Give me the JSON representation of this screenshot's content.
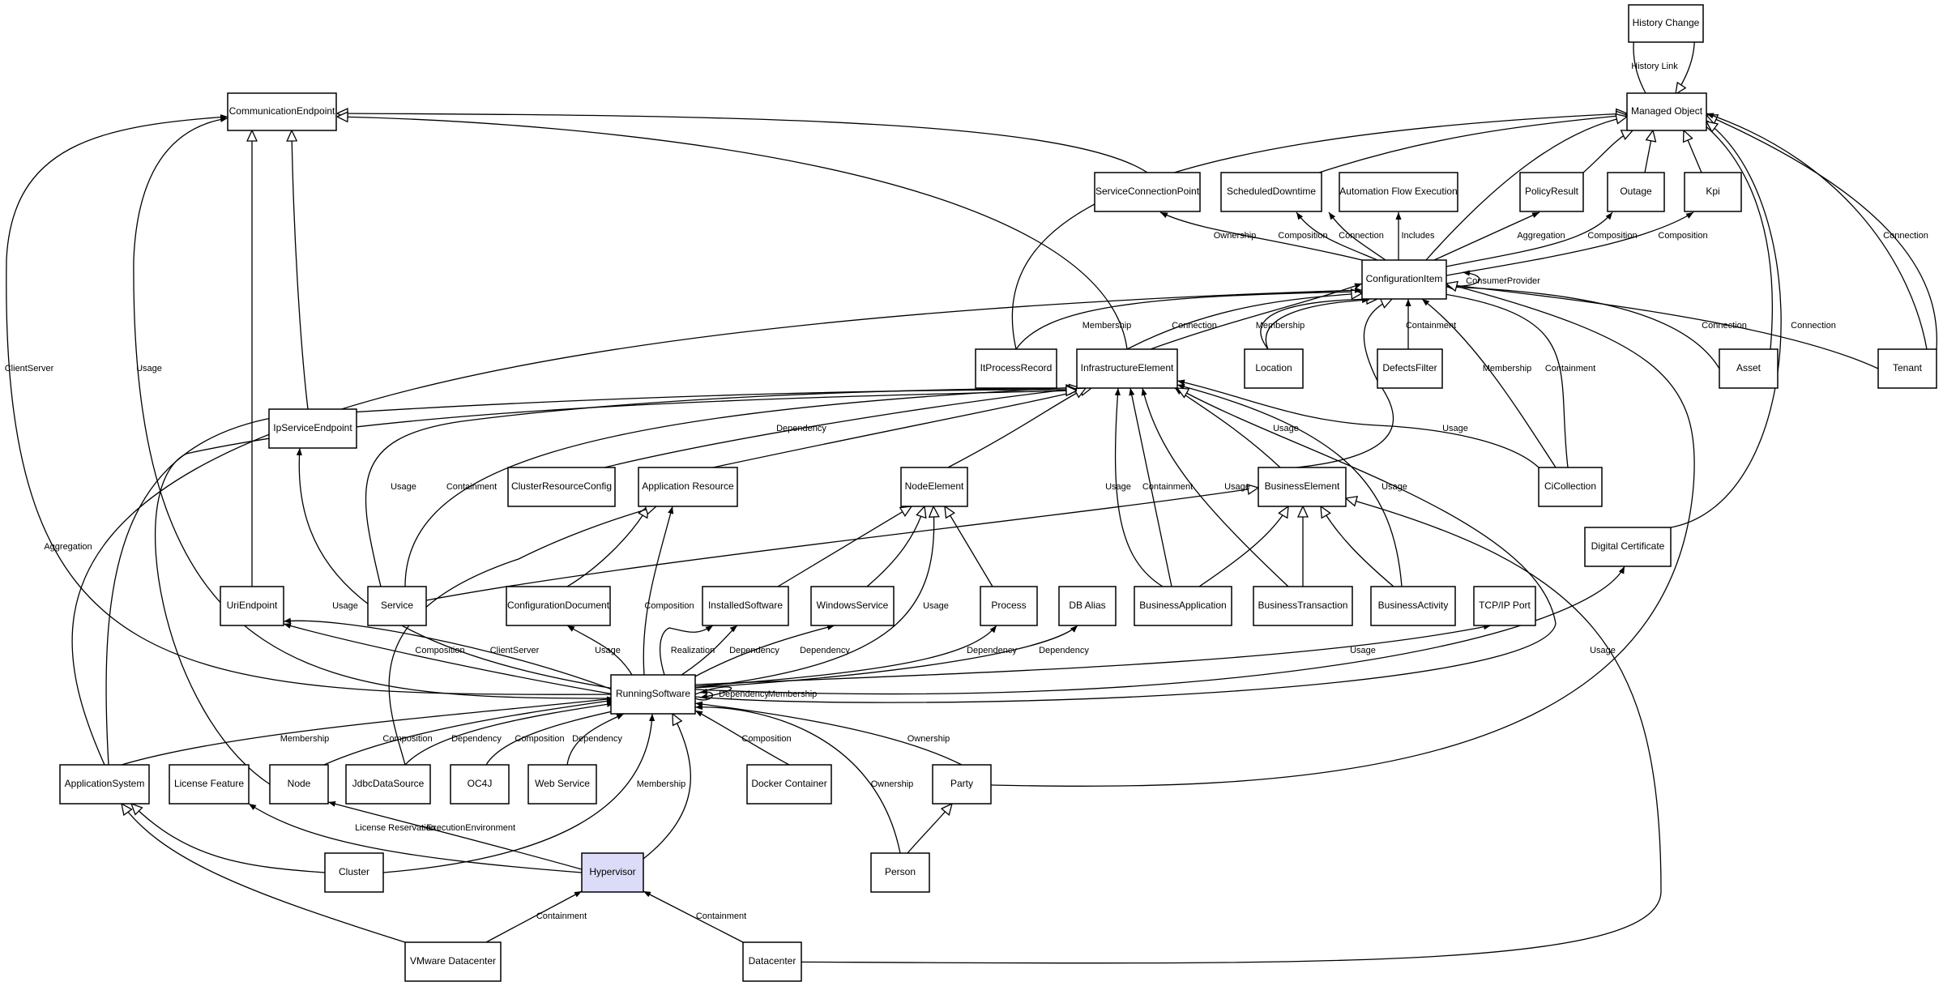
{
  "diagram": {
    "type": "class-relationship-diagram",
    "nodes": [
      {
        "id": "history_change",
        "label": "History Change"
      },
      {
        "id": "managed_object",
        "label": "Managed Object"
      },
      {
        "id": "communication_endpoint",
        "label": "CommunicationEndpoint"
      },
      {
        "id": "service_connection_point",
        "label": "ServiceConnectionPoint"
      },
      {
        "id": "scheduled_downtime",
        "label": "ScheduledDowntime"
      },
      {
        "id": "automation_flow_execution",
        "label": "Automation Flow Execution"
      },
      {
        "id": "policy_result",
        "label": "PolicyResult"
      },
      {
        "id": "outage",
        "label": "Outage"
      },
      {
        "id": "kpi",
        "label": "Kpi"
      },
      {
        "id": "configuration_item",
        "label": "ConfigurationItem"
      },
      {
        "id": "it_process_record",
        "label": "ItProcessRecord"
      },
      {
        "id": "infrastructure_element",
        "label": "InfrastructureElement"
      },
      {
        "id": "location",
        "label": "Location"
      },
      {
        "id": "defects_filter",
        "label": "DefectsFilter"
      },
      {
        "id": "asset",
        "label": "Asset"
      },
      {
        "id": "tenant",
        "label": "Tenant"
      },
      {
        "id": "ip_service_endpoint",
        "label": "IpServiceEndpoint"
      },
      {
        "id": "cluster_resource_config",
        "label": "ClusterResourceConfig"
      },
      {
        "id": "application_resource",
        "label": "Application Resource"
      },
      {
        "id": "node_element",
        "label": "NodeElement"
      },
      {
        "id": "business_element",
        "label": "BusinessElement"
      },
      {
        "id": "ci_collection",
        "label": "CiCollection"
      },
      {
        "id": "digital_certificate",
        "label": "Digital Certificate"
      },
      {
        "id": "uri_endpoint",
        "label": "UriEndpoint"
      },
      {
        "id": "service",
        "label": "Service"
      },
      {
        "id": "configuration_document",
        "label": "ConfigurationDocument"
      },
      {
        "id": "installed_software",
        "label": "InstalledSoftware"
      },
      {
        "id": "windows_service",
        "label": "WindowsService"
      },
      {
        "id": "process",
        "label": "Process"
      },
      {
        "id": "db_alias",
        "label": "DB Alias"
      },
      {
        "id": "business_application",
        "label": "BusinessApplication"
      },
      {
        "id": "business_transaction",
        "label": "BusinessTransaction"
      },
      {
        "id": "business_activity",
        "label": "BusinessActivity"
      },
      {
        "id": "tcp_ip_port",
        "label": "TCP/IP Port"
      },
      {
        "id": "running_software",
        "label": "RunningSoftware"
      },
      {
        "id": "application_system",
        "label": "ApplicationSystem"
      },
      {
        "id": "license_feature",
        "label": "License Feature"
      },
      {
        "id": "node",
        "label": "Node"
      },
      {
        "id": "jdbc_data_source",
        "label": "JdbcDataSource"
      },
      {
        "id": "oc4j",
        "label": "OC4J"
      },
      {
        "id": "web_service",
        "label": "Web Service"
      },
      {
        "id": "docker_container",
        "label": "Docker Container"
      },
      {
        "id": "party",
        "label": "Party"
      },
      {
        "id": "cluster",
        "label": "Cluster"
      },
      {
        "id": "hypervisor",
        "label": "Hypervisor",
        "highlighted": true
      },
      {
        "id": "person",
        "label": "Person"
      },
      {
        "id": "vmware_datacenter",
        "label": "VMware Datacenter"
      },
      {
        "id": "datacenter",
        "label": "Datacenter"
      }
    ],
    "edges": [
      {
        "from": "managed_object",
        "to": "history_change",
        "head": "arrow",
        "label": "History Link"
      },
      {
        "from": "history_change",
        "to": "managed_object",
        "head": "triangle",
        "label": ""
      },
      {
        "from": "service_connection_point",
        "to": "communication_endpoint",
        "head": "triangle",
        "label": ""
      },
      {
        "from": "infrastructure_element",
        "to": "communication_endpoint",
        "head": "triangle",
        "label": ""
      },
      {
        "from": "uri_endpoint",
        "to": "communication_endpoint",
        "head": "triangle",
        "label": ""
      },
      {
        "from": "ip_service_endpoint",
        "to": "communication_endpoint",
        "head": "triangle",
        "label": ""
      },
      {
        "from": "running_software",
        "to": "communication_endpoint",
        "head": "arrow",
        "label": "ClientServer"
      },
      {
        "from": "running_software",
        "to": "communication_endpoint",
        "head": "arrow",
        "label": "Usage"
      },
      {
        "from": "it_process_record",
        "to": "managed_object",
        "head": "triangle",
        "label": ""
      },
      {
        "from": "scheduled_downtime",
        "to": "managed_object",
        "head": "triangle",
        "label": ""
      },
      {
        "from": "configuration_item",
        "to": "managed_object",
        "head": "triangle",
        "label": ""
      },
      {
        "from": "policy_result",
        "to": "managed_object",
        "head": "triangle",
        "label": ""
      },
      {
        "from": "outage",
        "to": "managed_object",
        "head": "triangle",
        "label": ""
      },
      {
        "from": "kpi",
        "to": "managed_object",
        "head": "triangle",
        "label": ""
      },
      {
        "from": "asset",
        "to": "managed_object",
        "head": "triangle",
        "label": ""
      },
      {
        "from": "tenant",
        "to": "managed_object",
        "head": "triangle",
        "label": ""
      },
      {
        "from": "tenant",
        "to": "managed_object",
        "head": "arrow",
        "label": "Connection"
      },
      {
        "from": "digital_certificate",
        "to": "managed_object",
        "head": "triangle",
        "label": ""
      },
      {
        "from": "configuration_item",
        "to": "service_connection_point",
        "head": "arrow",
        "label": "Ownership"
      },
      {
        "from": "configuration_item",
        "to": "scheduled_downtime",
        "head": "arrow",
        "label": "Composition"
      },
      {
        "from": "configuration_item",
        "to": "scheduled_downtime",
        "head": "arrow",
        "label": "Connection"
      },
      {
        "from": "configuration_item",
        "to": "automation_flow_execution",
        "head": "arrow",
        "label": "Includes"
      },
      {
        "from": "configuration_item",
        "to": "policy_result",
        "head": "arrow",
        "label": "Aggregation"
      },
      {
        "from": "configuration_item",
        "to": "outage",
        "head": "arrow",
        "label": "Composition"
      },
      {
        "from": "configuration_item",
        "to": "kpi",
        "head": "arrow",
        "label": "Composition"
      },
      {
        "from": "configuration_item",
        "to": "configuration_item",
        "head": "arrow",
        "label": "ConsumerProvider"
      },
      {
        "from": "it_process_record",
        "to": "configuration_item",
        "head": "arrow",
        "label": "Membership"
      },
      {
        "from": "infrastructure_element",
        "to": "configuration_item",
        "head": "triangle",
        "label": ""
      },
      {
        "from": "infrastructure_element",
        "to": "configuration_item",
        "head": "arrow",
        "label": "Connection"
      },
      {
        "from": "location",
        "to": "configuration_item",
        "head": "triangle",
        "label": ""
      },
      {
        "from": "location",
        "to": "configuration_item",
        "head": "arrow",
        "label": "Membership"
      },
      {
        "from": "defects_filter",
        "to": "configuration_item",
        "head": "arrow",
        "label": "Containment"
      },
      {
        "from": "business_element",
        "to": "configuration_item",
        "head": "triangle",
        "label": ""
      },
      {
        "from": "ci_collection",
        "to": "configuration_item",
        "head": "arrow",
        "label": "Membership"
      },
      {
        "from": "ci_collection",
        "to": "configuration_item",
        "head": "arrow",
        "label": "Containment"
      },
      {
        "from": "asset",
        "to": "configuration_item",
        "head": "arrow",
        "label": "Connection"
      },
      {
        "from": "tenant",
        "to": "configuration_item",
        "head": "arrow",
        "label": "Connection"
      },
      {
        "from": "application_system",
        "to": "configuration_item",
        "head": "arrow",
        "label": "Aggregation"
      },
      {
        "from": "party",
        "to": "configuration_item",
        "head": "triangle",
        "label": ""
      },
      {
        "from": "service",
        "to": "infrastructure_element",
        "head": "arrow",
        "label": "Usage"
      },
      {
        "from": "service",
        "to": "infrastructure_element",
        "head": "arrow",
        "label": "Containment"
      },
      {
        "from": "cluster_resource_config",
        "to": "infrastructure_element",
        "head": "triangle",
        "label": "Dependency"
      },
      {
        "from": "application_resource",
        "to": "infrastructure_element",
        "head": "triangle",
        "label": ""
      },
      {
        "from": "node_element",
        "to": "infrastructure_element",
        "head": "triangle",
        "label": ""
      },
      {
        "from": "business_application",
        "to": "infrastructure_element",
        "head": "arrow",
        "label": "Usage"
      },
      {
        "from": "business_application",
        "to": "infrastructure_element",
        "head": "arrow",
        "label": "Containment"
      },
      {
        "from": "business_transaction",
        "to": "infrastructure_element",
        "head": "arrow",
        "label": "Usage"
      },
      {
        "from": "business_element",
        "to": "infrastructure_element",
        "head": "arrow",
        "label": "Usage"
      },
      {
        "from": "business_activity",
        "to": "infrastructure_element",
        "head": "arrow",
        "label": "Usage"
      },
      {
        "from": "ci_collection",
        "to": "infrastructure_element",
        "head": "arrow",
        "label": "Usage"
      },
      {
        "from": "application_system",
        "to": "infrastructure_element",
        "head": "triangle",
        "label": ""
      },
      {
        "from": "node",
        "to": "infrastructure_element",
        "head": "triangle",
        "label": ""
      },
      {
        "from": "running_software",
        "to": "infrastructure_element",
        "head": "triangle",
        "label": ""
      },
      {
        "from": "running_software",
        "to": "ip_service_endpoint",
        "head": "arrow",
        "label": "Usage"
      },
      {
        "from": "configuration_document",
        "to": "application_resource",
        "head": "triangle",
        "label": ""
      },
      {
        "from": "jdbc_data_source",
        "to": "application_resource",
        "head": "triangle",
        "label": ""
      },
      {
        "from": "running_software",
        "to": "application_resource",
        "head": "arrow",
        "label": "Composition"
      },
      {
        "from": "installed_software",
        "to": "node_element",
        "head": "triangle",
        "label": ""
      },
      {
        "from": "windows_service",
        "to": "node_element",
        "head": "triangle",
        "label": ""
      },
      {
        "from": "process",
        "to": "node_element",
        "head": "triangle",
        "label": ""
      },
      {
        "from": "running_software",
        "to": "node_element",
        "head": "triangle",
        "label": "Usage"
      },
      {
        "from": "business_application",
        "to": "business_element",
        "head": "triangle",
        "label": ""
      },
      {
        "from": "business_transaction",
        "to": "business_element",
        "head": "triangle",
        "label": ""
      },
      {
        "from": "business_activity",
        "to": "business_element",
        "head": "triangle",
        "label": ""
      },
      {
        "from": "service",
        "to": "business_element",
        "head": "triangle",
        "label": ""
      },
      {
        "from": "datacenter",
        "to": "business_element",
        "head": "triangle",
        "label": ""
      },
      {
        "from": "running_software",
        "to": "digital_certificate",
        "head": "arrow",
        "label": "Usage"
      },
      {
        "from": "running_software",
        "to": "uri_endpoint",
        "head": "arrow",
        "label": "Composition"
      },
      {
        "from": "running_software",
        "to": "uri_endpoint",
        "head": "arrow",
        "label": "ClientServer"
      },
      {
        "from": "running_software",
        "to": "configuration_document",
        "head": "arrow",
        "label": "Usage"
      },
      {
        "from": "running_software",
        "to": "installed_software",
        "head": "arrow",
        "label": "Realization"
      },
      {
        "from": "running_software",
        "to": "installed_software",
        "head": "arrow",
        "label": "Dependency"
      },
      {
        "from": "running_software",
        "to": "windows_service",
        "head": "arrow",
        "label": "Dependency"
      },
      {
        "from": "running_software",
        "to": "process",
        "head": "arrow",
        "label": "Dependency"
      },
      {
        "from": "running_software",
        "to": "db_alias",
        "head": "arrow",
        "label": "Dependency"
      },
      {
        "from": "running_software",
        "to": "tcp_ip_port",
        "head": "arrow",
        "label": "Usage"
      },
      {
        "from": "running_software",
        "to": "running_software",
        "head": "arrow",
        "label": "Dependency"
      },
      {
        "from": "running_software",
        "to": "running_software",
        "head": "arrow",
        "label": "Membership"
      },
      {
        "from": "application_system",
        "to": "running_software",
        "head": "arrow",
        "label": "Membership"
      },
      {
        "from": "node",
        "to": "running_software",
        "head": "arrow",
        "label": "Composition"
      },
      {
        "from": "jdbc_data_source",
        "to": "running_software",
        "head": "arrow",
        "label": "Dependency"
      },
      {
        "from": "oc4j",
        "to": "running_software",
        "head": "arrow",
        "label": "Composition"
      },
      {
        "from": "web_service",
        "to": "running_software",
        "head": "arrow",
        "label": "Dependency"
      },
      {
        "from": "docker_container",
        "to": "running_software",
        "head": "arrow",
        "label": "Composition"
      },
      {
        "from": "party",
        "to": "running_software",
        "head": "arrow",
        "label": "Ownership"
      },
      {
        "from": "person",
        "to": "running_software",
        "head": "arrow",
        "label": "Ownership"
      },
      {
        "from": "cluster",
        "to": "running_software",
        "head": "arrow",
        "label": "Membership"
      },
      {
        "from": "hypervisor",
        "to": "running_software",
        "head": "triangle",
        "label": ""
      },
      {
        "from": "person",
        "to": "party",
        "head": "triangle",
        "label": ""
      },
      {
        "from": "cluster",
        "to": "application_system",
        "head": "triangle",
        "label": ""
      },
      {
        "from": "vmware_datacenter",
        "to": "application_system",
        "head": "triangle",
        "label": ""
      },
      {
        "from": "hypervisor",
        "to": "license_feature",
        "head": "arrow",
        "label": "License Reservation"
      },
      {
        "from": "hypervisor",
        "to": "node",
        "head": "arrow",
        "label": "ExecutionEnvironment"
      },
      {
        "from": "vmware_datacenter",
        "to": "hypervisor",
        "head": "arrow",
        "label": "Containment"
      },
      {
        "from": "datacenter",
        "to": "hypervisor",
        "head": "arrow",
        "label": "Containment"
      }
    ]
  }
}
